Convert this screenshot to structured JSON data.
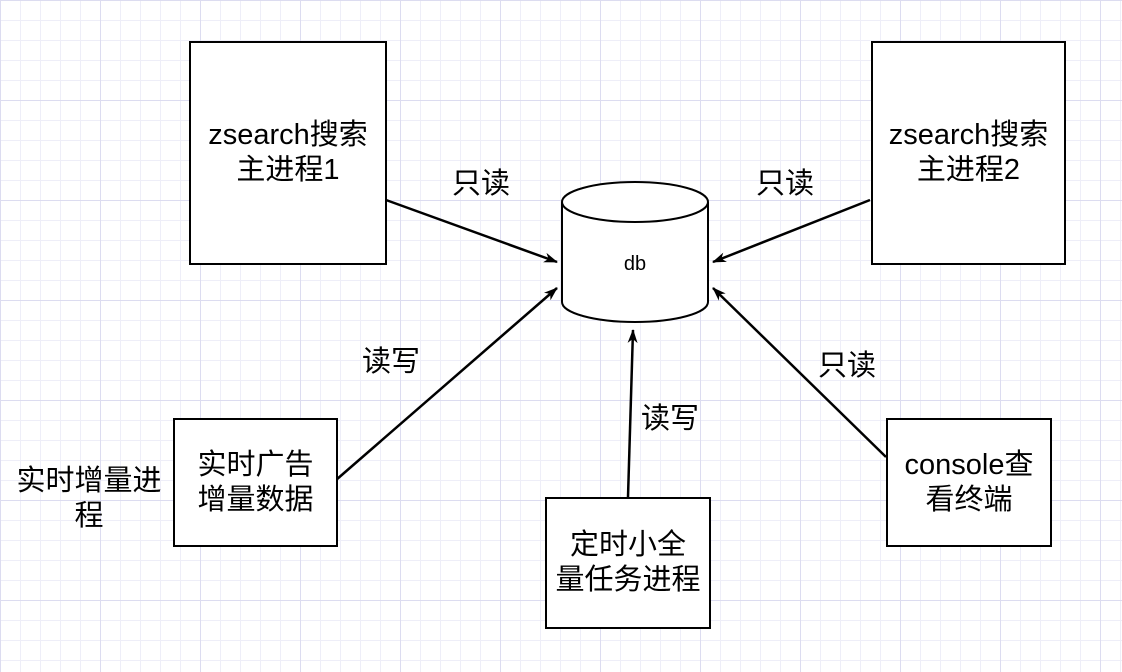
{
  "nodes": {
    "main1": "zsearch搜索\n主进程1",
    "main2": "zsearch搜索\n主进程2",
    "db": "db",
    "realtime_ad": "实时广告\n增量数据",
    "scheduled_task": "定时小全\n量任务进程",
    "console": "console查\n看终端"
  },
  "annotations": {
    "realtime_process": "实时增量进\n程"
  },
  "edges": {
    "main1_to_db": "只读",
    "main2_to_db": "只读",
    "realtime_to_db": "读写",
    "scheduled_to_db": "读写",
    "console_to_db": "只读"
  }
}
